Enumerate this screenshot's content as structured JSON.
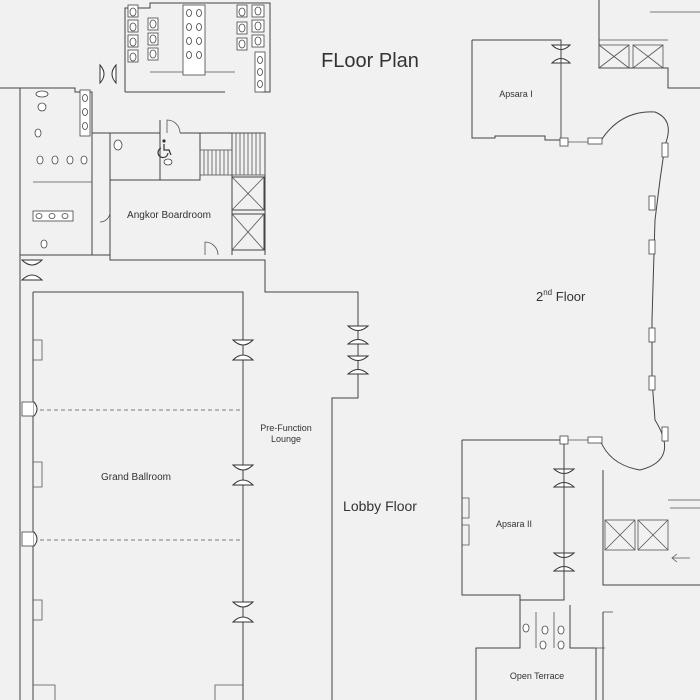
{
  "title": "FLoor Plan",
  "rooms": {
    "grand_ballroom": "Grand Ballroom",
    "prefunction_lounge": [
      "Pre-Function",
      "Lounge"
    ],
    "angkor_boardroom": "Angkor Boardroom",
    "lobby_floor": "Lobby Floor",
    "apsara_one": "Apsara I",
    "apsara_two": "Apsara II",
    "open_terrace": "Open Terrace",
    "second_floor": {
      "number": "2",
      "suffix": "nd",
      "word": " Floor"
    }
  },
  "icons": {
    "wheelchair": "wheelchair-icon",
    "elevator": "elevator-icon",
    "stairs": "staircase-icon",
    "toilet": "toilet-icon",
    "door": "double-door-icon"
  },
  "colors": {
    "background": "#f1f1f1",
    "lines": "#444444"
  }
}
